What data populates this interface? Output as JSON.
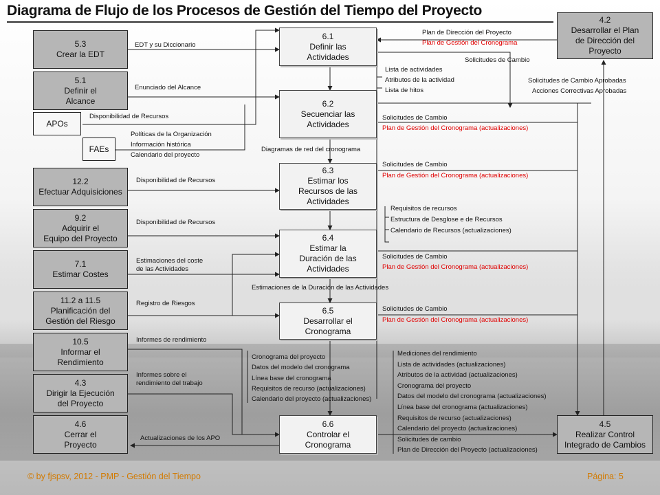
{
  "title": "Diagrama de Flujo de los Procesos de Gestión del Tiempo del Proyecto",
  "external_boxes": {
    "b53": "5.3\nCrear la EDT",
    "b51": "5.1\nDefinir el\nAlcance",
    "apos": "APOs",
    "faes": "FAEs",
    "b122": "12.2\nEfectuar Adquisiciones",
    "b92": "9.2\nAdquirir el\nEquipo del Proyecto",
    "b71": "7.1\nEstimar Costes",
    "b112": "11.2 a 11.5\nPlanificación del\nGestión del Riesgo",
    "b105": "10.5\nInformar el\nRendimiento",
    "b43": "4.3\nDirigir la Ejecución\ndel Proyecto",
    "b46": "4.6\nCerrar el\nProyecto",
    "b42": "4.2\nDesarrollar el Plan\nde Dirección del\nProyecto",
    "b45": "4.5\nRealizar Control\nIntegrado de Cambios"
  },
  "processes": {
    "p61": "6.1\nDefinir las\nActividades",
    "p62": "6.2\nSecuenciar las\nActividades",
    "p63": "6.3\nEstimar los\nRecursos de las\nActividades",
    "p64": "6.4\nEstimar la\nDuración de las\nActividades",
    "p65": "6.5\nDesarrollar el\nCronograma",
    "p66": "6.6\nControlar el\nCronograma"
  },
  "labels": {
    "edt": "EDT y su Diccionario",
    "enunciado": "Enunciado del Alcance",
    "disp_rec": "Disponibilidad de Recursos",
    "politicas": "Políticas de la Organización",
    "info_hist": "Información histórica",
    "calendario": "Calendario del proyecto",
    "disp_rec2": "Disponibilidad de Recursos",
    "disp_rec3": "Disponibilidad de Recursos",
    "est_coste": "Estimaciones del coste\nde las Actividades",
    "riesgos": "Registro de Riesgos",
    "informes": "Informes de rendimiento",
    "informes_trab": "Informes sobre el\nrendimiento del trabajo",
    "act_apo": "Actualizaciones de los APO",
    "plan_dir": "Plan de Dirección del Proyecto",
    "plan_gest": "Plan de Gestión del Cronograma",
    "sol_cambio_top": "Solicitudes de Cambio",
    "sol_aprob": "Solicitudes de Cambio Aprobadas",
    "acc_corr": "Acciones Correctivas Aprobadas",
    "lista_act": "Lista de actividades",
    "atrib_act": "Atributos de la actividad",
    "lista_hitos": "Lista de hitos",
    "sol_62": "Solicitudes de Cambio",
    "plan_62": "Plan de Gestión del Cronograma (actualizaciones)",
    "diag_red": "Diagramas de red del cronograma",
    "sol_63": "Solicitudes de Cambio",
    "plan_63": "Plan de Gestión del Cronograma (actualizaciones)",
    "req_rec": "Requisitos de recursos",
    "estr_desg": "Estructura de Desglose e de Recursos",
    "cal_rec": "Calendario de Recursos (actualizaciones)",
    "sol_64": "Solicitudes de Cambio",
    "plan_64": "Plan de Gestión del Cronograma (actualizaciones)",
    "est_dur": "Estimaciones de la Duración de las Actividades",
    "sol_65": "Solicitudes de Cambio",
    "plan_65": "Plan de Gestión del Cronograma (actualizaciones)",
    "outs_65": "Cronograma del proyecto\nDatos del modelo del cronograma\nLínea base del cronograma\nRequisitos de recurso (actualizaciones)\nCalendario del proyecto (actualizaciones)",
    "outs_66": "Mediciones del rendimiento\nLista de actividades (actualizaciones)\nAtributos de la actividad (actualizaciones)\nCronograma del proyecto\nDatos del modelo del cronograma (actualizaciones)\nLínea base del cronograma (actualizaciones)\nRequisitos de recurso (actualizaciones)\nCalendario del proyecto (actualizaciones)\nSolicitudes de cambio\nPlan de Dirección del Proyecto (actualizaciones)"
  },
  "footer": {
    "left": "© by fjspsv, 2012 - PMP - Gestión del Tiempo",
    "right": "Página: 5"
  },
  "colors": {
    "accent_red": "#e00000",
    "footer": "#d27a00",
    "box_gray": "#b6b6b6"
  }
}
